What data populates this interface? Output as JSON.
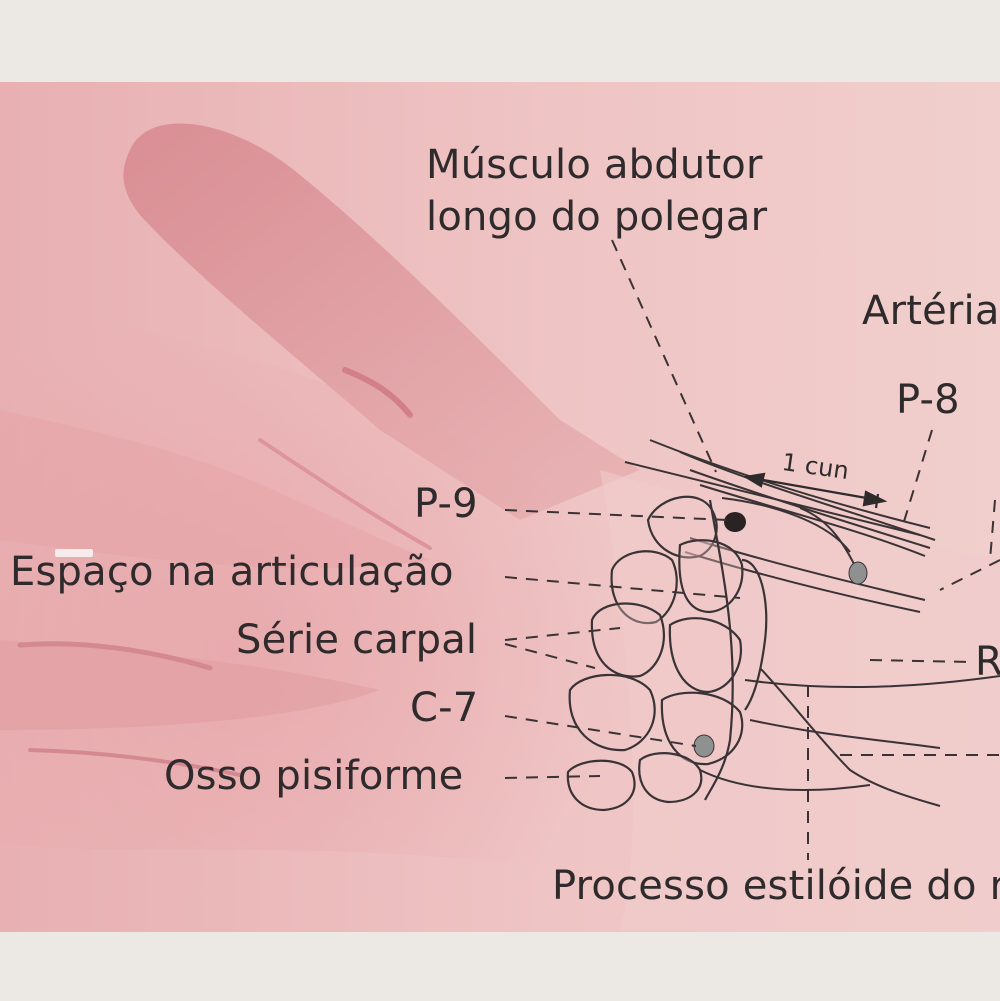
{
  "labels": {
    "musculo_line1": "Músculo abdutor",
    "musculo_line2": "longo do polegar",
    "arteria": "Artéria",
    "p8": "P-8",
    "cun": "1 cun",
    "p9": "P-9",
    "espaco": "Espaço na articulação",
    "serie": "Série carpal",
    "c7": "C-7",
    "osso": "Osso pisiforme",
    "r_partial": "R",
    "processo": "Processo estilóide do r"
  },
  "colors": {
    "paper": "#ece8e4",
    "skin_light": "#eec3c3",
    "skin_mid": "#e4a9ab",
    "skin_dark": "#c97e84",
    "ink": "#2f2a2c",
    "point_dark": "#2a2324",
    "point_gray": "#8f9090"
  }
}
